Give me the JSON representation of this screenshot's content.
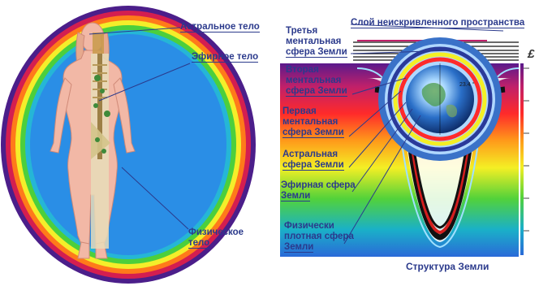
{
  "left_diagram": {
    "labels": {
      "astral": "Астральное тело",
      "etheric": "Эфирное тело",
      "physical_line1": "Физическое",
      "physical_line2": "тело"
    }
  },
  "right_diagram": {
    "top_label": "Слой неискривленного пространства",
    "spheres": {
      "third_mental": [
        "Третья",
        "ментальная",
        "сфера Земли"
      ],
      "second_mental": [
        "Вторая",
        "ментальная",
        "сфера Земли"
      ],
      "first_mental": [
        "Первая",
        "ментальная",
        "сфера Земли"
      ],
      "astral": [
        "Астральная",
        "сфера Земли"
      ],
      "etheric": [
        "Эфирная сфера",
        "Земли"
      ],
      "physical": [
        "Физически",
        "плотная сфера",
        "Земли"
      ]
    },
    "caption": "Структура Земли",
    "scale_symbol": "£",
    "globe_text": "23.4 °"
  },
  "colors": {
    "label": "#2b3a8c",
    "aura_blue": "#2a8ee6",
    "skin": "#f2b8a6"
  }
}
